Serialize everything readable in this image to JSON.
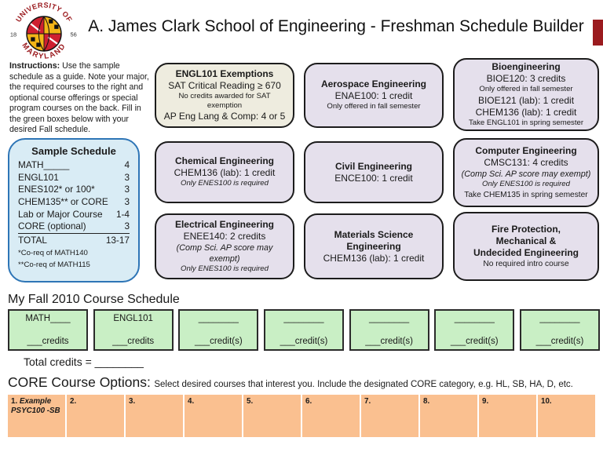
{
  "header": {
    "title": "A. James Clark School of Engineering - Freshman Schedule Builder",
    "logo": {
      "arc_top": "UNIVERSITY OF",
      "arc_bottom": "MARYLAND",
      "year_left": "18",
      "year_right": "56"
    }
  },
  "instructions": {
    "label": "Instructions:",
    "body": " Use the sample schedule as a guide.  Note your major, the required courses  to the right  and optional course offerings or special program courses on the back. Fill in the green boxes below with your desired Fall schedule."
  },
  "sample_schedule": {
    "title": "Sample Schedule",
    "rows": [
      {
        "label": "MATH_____",
        "value": "4"
      },
      {
        "label": "ENGL101",
        "value": "3"
      },
      {
        "label": "ENES102* or 100*",
        "value": "3"
      },
      {
        "label": "CHEM135** or CORE",
        "value": "3"
      },
      {
        "label": "Lab or Major Course",
        "value": "1-4"
      },
      {
        "label": "CORE (optional)",
        "value": "3"
      }
    ],
    "total_label": "TOTAL",
    "total_value": "13-17",
    "footnote1": "*Co-req of MATH140",
    "footnote2": "**Co-req of MATH115"
  },
  "majors": [
    {
      "title": "ENGL101 Exemptions",
      "lines": [
        "SAT Critical Reading ≥ 670",
        "No credits awarded for SAT exemption",
        "AP Eng Lang & Comp: 4 or 5"
      ]
    },
    {
      "title": "Aerospace Engineering",
      "lines": [
        "ENAE100: 1 credit",
        "Only offered in fall semester"
      ]
    },
    {
      "title": "Bioengineering",
      "lines": [
        "BIOE120: 3 credits",
        "Only offered in fall semester",
        "BIOE121 (lab): 1 credit",
        "CHEM136 (lab): 1 credit",
        "Take ENGL101 in spring semester"
      ]
    },
    {
      "title": "Chemical Engineering",
      "lines": [
        "CHEM136 (lab): 1 credit",
        "Only ENES100 is required"
      ]
    },
    {
      "title": "Civil Engineering",
      "lines": [
        "ENCE100: 1 credit"
      ]
    },
    {
      "title": "Computer Engineering",
      "lines": [
        "CMSC131: 4 credits",
        "(Comp Sci. AP score may exempt)",
        "Only ENES100 is required",
        "Take CHEM135 in spring semester"
      ]
    },
    {
      "title": "Electrical Engineering",
      "lines": [
        "ENEE140: 2 credits",
        "(Comp Sci. AP score may exempt)",
        "Only ENES100 is required"
      ]
    },
    {
      "title": "Materials Science Engineering",
      "lines": [
        "CHEM136 (lab): 1 credit"
      ]
    },
    {
      "title_lines": [
        "Fire Protection,",
        "Mechanical &",
        "Undecided Engineering"
      ],
      "lines": [
        "No required intro course"
      ]
    }
  ],
  "fall_schedule": {
    "heading": "My Fall 2010 Course Schedule",
    "boxes": [
      {
        "course": "MATH____",
        "credits": "___credits"
      },
      {
        "course": "ENGL101",
        "credits": "___credits"
      },
      {
        "course": "________",
        "credits": "___credit(s)"
      },
      {
        "course": "________",
        "credits": "___credit(s)"
      },
      {
        "course": "________",
        "credits": "___credit(s)"
      },
      {
        "course": "________",
        "credits": "___credit(s)"
      },
      {
        "course": "________",
        "credits": "___credit(s)"
      }
    ],
    "total_label": "Total credits = ________"
  },
  "core": {
    "heading": "CORE Course Options:",
    "subtext": "Select desired courses that interest you. Include the designated CORE category, e.g. HL, SB, HA, D, etc.",
    "cells": [
      {
        "num": "1.",
        "note_line1": "Example",
        "note_line2": "PSYC100 -SB"
      },
      {
        "num": "2."
      },
      {
        "num": "3."
      },
      {
        "num": "4."
      },
      {
        "num": "5."
      },
      {
        "num": "6."
      },
      {
        "num": "7."
      },
      {
        "num": "8."
      },
      {
        "num": "9."
      },
      {
        "num": "10."
      }
    ]
  },
  "colors": {
    "lavender": "#e5e0ec",
    "cream": "#eeecdf",
    "green": "#c9efc5",
    "orange": "#fac090",
    "blue_fill": "#d9ecf5",
    "blue_border": "#2e75b6",
    "maroon": "#9b1b1f",
    "flag_red": "#cf2030",
    "flag_gold": "#f3b518"
  }
}
